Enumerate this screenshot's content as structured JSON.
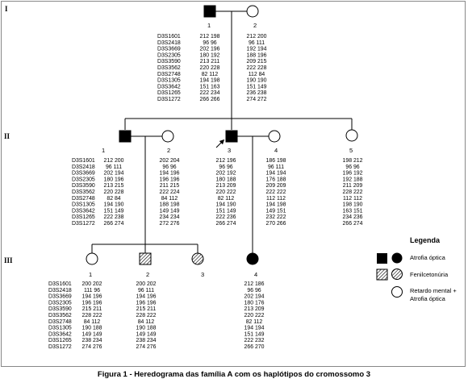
{
  "caption": "Figura 1 - Heredograma das família A com os haplótipos do cromossomo 3",
  "generations": [
    "I",
    "II",
    "III"
  ],
  "markers": [
    "D3S1601",
    "D3S2418",
    "D3S3669",
    "D3S2305",
    "D3S3590",
    "D3S3562",
    "D3S2748",
    "D3S1305",
    "D3S3642",
    "D3S1265",
    "D3S1272"
  ],
  "individuals": {
    "I1": {
      "label": "1",
      "alleles": [
        "212 198",
        "96 96",
        "202 196",
        "180 192",
        "213 211",
        "220 228",
        "82 112",
        "194 198",
        "151 163",
        "222 234",
        "266 266"
      ]
    },
    "I2": {
      "label": "2",
      "alleles": [
        "212 200",
        "96 111",
        "192 194",
        "188 196",
        "209 215",
        "222 228",
        "112 84",
        "190 190",
        "151 149",
        "236 238",
        "274 272"
      ]
    },
    "II1": {
      "label": "1",
      "alleles": [
        "212 200",
        "96 111",
        "202 194",
        "180 196",
        "213 215",
        "220 228",
        "82 84",
        "194 190",
        "151 149",
        "222 238",
        "266 274"
      ]
    },
    "II2": {
      "label": "2",
      "alleles": [
        "202 204",
        "96 96",
        "194 196",
        "196 196",
        "211 215",
        "222 224",
        "84 112",
        "188 198",
        "149 149",
        "234 234",
        "272 276"
      ]
    },
    "II3": {
      "label": "3",
      "alleles": [
        "212 196",
        "96 96",
        "202 192",
        "180 188",
        "213 209",
        "220 222",
        "82 112",
        "194 190",
        "151 149",
        "222 236",
        "266 274"
      ]
    },
    "II4": {
      "label": "4",
      "alleles": [
        "186 198",
        "96 111",
        "194 194",
        "176 188",
        "209 209",
        "222 222",
        "112 112",
        "194 198",
        "149 151",
        "232 222",
        "270 266"
      ]
    },
    "II5": {
      "label": "5",
      "alleles": [
        "198 212",
        "96 96",
        "196 192",
        "192 188",
        "211 209",
        "228 222",
        "112 112",
        "198 190",
        "163 151",
        "234 236",
        "266 274"
      ]
    },
    "III1": {
      "label": "1",
      "alleles": [
        "200 202",
        "111 96",
        "194 196",
        "196 196",
        "215 211",
        "228 222",
        "84 112",
        "190 188",
        "149 149",
        "238 234",
        "274 276"
      ]
    },
    "III2": {
      "label": "2",
      "alleles": [
        "200 202",
        "96 111",
        "194 196",
        "196 196",
        "215 211",
        "228 222",
        "84 112",
        "190 188",
        "149 149",
        "238 234",
        "274 276"
      ]
    },
    "III3": {
      "label": "3",
      "alleles": []
    },
    "III4": {
      "label": "4",
      "alleles": [
        "212 186",
        "96 96",
        "202 194",
        "180 176",
        "213 209",
        "220 222",
        "82 112",
        "194 194",
        "151 149",
        "222 232",
        "266 270"
      ]
    }
  },
  "legend": {
    "title": "Legenda",
    "item1": "Atrofia óptica",
    "item2": "Fenilcetonúria",
    "item3_line1": "Retardo mental +",
    "item3_line2": "Atrofia óptica"
  },
  "colors": {
    "line": "#000000",
    "frame": "#888888"
  }
}
